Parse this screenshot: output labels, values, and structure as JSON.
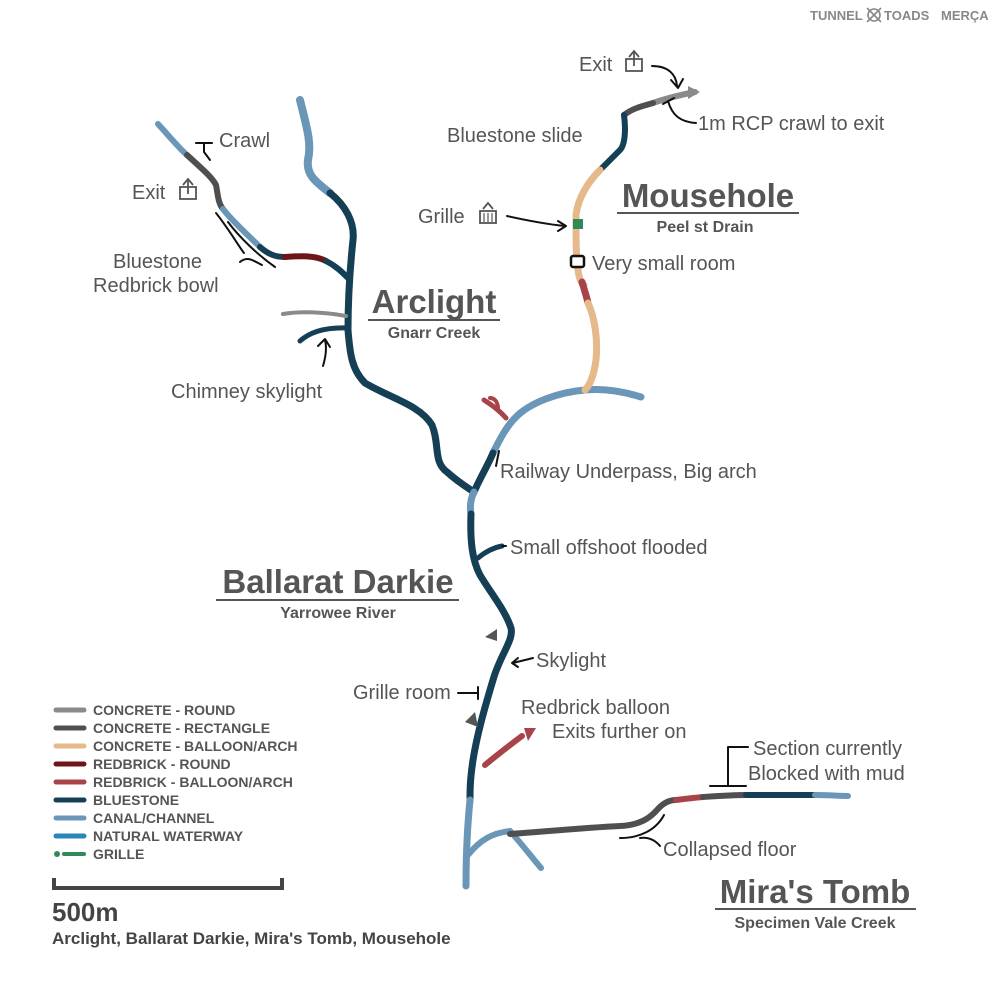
{
  "brand": {
    "part1": "TUNNEL",
    "part2": "TOADS",
    "part3": "MERÇA"
  },
  "systems": {
    "arclight": {
      "name": "Arclight",
      "waterway": "Gnarr Creek"
    },
    "mousehole": {
      "name": "Mousehole",
      "waterway": "Peel st Drain"
    },
    "ballarat": {
      "name": "Ballarat Darkie",
      "waterway": "Yarrowee River"
    },
    "mira": {
      "name": "Mira's Tomb",
      "waterway": "Specimen Vale Creek"
    }
  },
  "labels": {
    "crawl": "Crawl",
    "exit_left": "Exit",
    "bluestone": "Bluestone",
    "redbrick_bowl": "Redbrick bowl",
    "chimney": "Chimney skylight",
    "exit_top": "Exit",
    "bluestone_slide": "Bluestone slide",
    "rcp_crawl": "1m RCP crawl to exit",
    "grille": "Grille",
    "small_room": "Very small room",
    "railway": "Railway Underpass, Big arch",
    "offshoot": "Small offshoot flooded",
    "skylight": "Skylight",
    "grille_room": "Grille room",
    "redbrick_balloon": "Redbrick balloon",
    "exits_further": "Exits further on",
    "section_blocked_1": "Section currently",
    "section_blocked_2": "Blocked with mud",
    "collapsed": "Collapsed floor"
  },
  "legend": [
    {
      "label": "CONCRETE - ROUND",
      "color": "#8a8a8a"
    },
    {
      "label": "CONCRETE - RECTANGLE",
      "color": "#4f4f4f"
    },
    {
      "label": "CONCRETE - BALLOON/ARCH",
      "color": "#e5b98a"
    },
    {
      "label": "REDBRICK  - ROUND",
      "color": "#6e1518"
    },
    {
      "label": "REDBRICK  - BALLOON/ARCH",
      "color": "#a8434a"
    },
    {
      "label": "BLUESTONE",
      "color": "#153f55"
    },
    {
      "label": "CANAL/CHANNEL",
      "color": "#6a96b8"
    },
    {
      "label": "NATURAL WATERWAY",
      "color": "#2a86b8"
    },
    {
      "label": "GRILLE",
      "color": "#2e8b57"
    }
  ],
  "scale": {
    "distance": "500m",
    "caption": "Arclight, Ballarat Darkie, Mira's Tomb, Mousehole"
  },
  "colors": {
    "concrete_round": "#8a8a8a",
    "concrete_rect": "#4f4f4f",
    "concrete_arch": "#e5b98a",
    "redbrick_round": "#6e1518",
    "redbrick_arch": "#a8434a",
    "bluestone": "#153f55",
    "canal": "#6a96b8",
    "natural": "#2a86b8",
    "grille": "#2e8b57"
  }
}
